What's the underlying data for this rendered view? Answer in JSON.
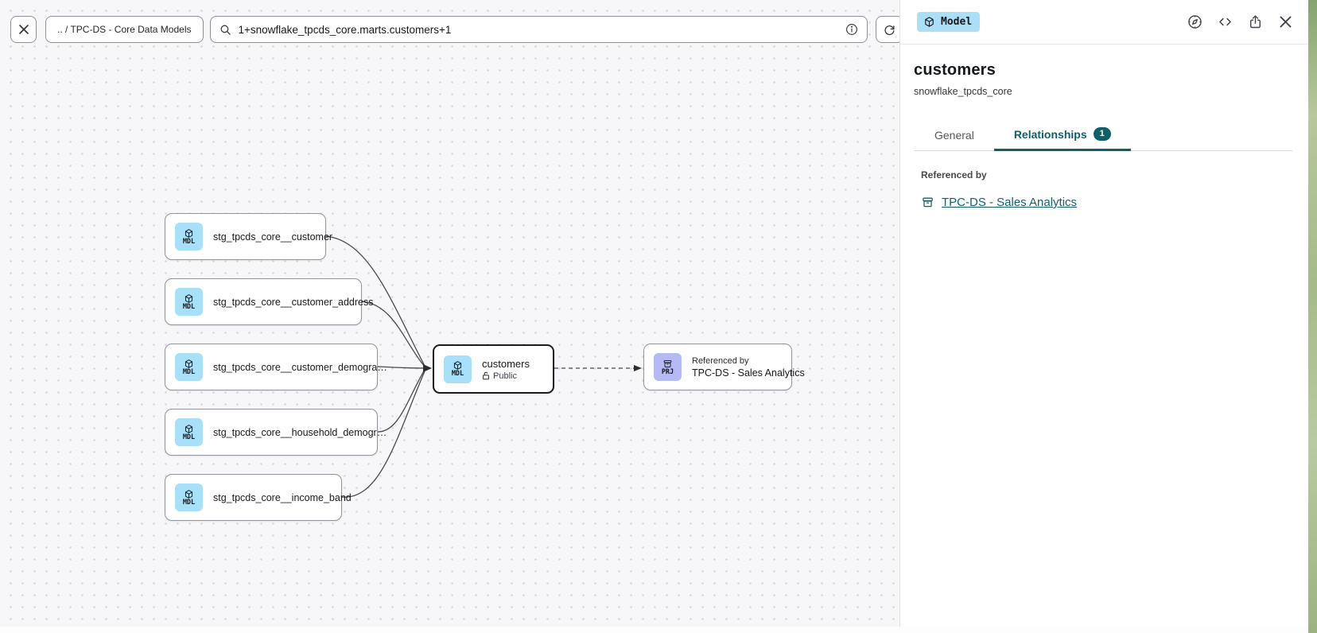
{
  "colors": {
    "accent_teal": "#0f5f66",
    "model_badge_blue": "#a7e0f8",
    "project_badge_purple": "#b5baf4",
    "canvas_dot": "#d4d4db"
  },
  "topbar": {
    "breadcrumb": ".. / TPC-DS - Core Data Models",
    "search_value": "1+snowflake_tpcds_core.marts.customers+1",
    "icons": [
      "close-icon",
      "search-icon",
      "info-icon",
      "refresh-icon"
    ]
  },
  "badges": {
    "model": "MDL",
    "project": "PRJ"
  },
  "graph": {
    "upstream_nodes": [
      {
        "badge": "MDL",
        "label": "stg_tpcds_core__customer"
      },
      {
        "badge": "MDL",
        "label": "stg_tpcds_core__customer_address"
      },
      {
        "badge": "MDL",
        "label": "stg_tpcds_core__customer_demogra…"
      },
      {
        "badge": "MDL",
        "label": "stg_tpcds_core__household_demogr…"
      },
      {
        "badge": "MDL",
        "label": "stg_tpcds_core__income_band"
      }
    ],
    "selected_node": {
      "badge": "MDL",
      "label": "customers",
      "access": "Public"
    },
    "downstream_node": {
      "badge": "PRJ",
      "title": "Referenced by",
      "label": "TPC-DS - Sales Analytics"
    }
  },
  "panel": {
    "type_badge": "Model",
    "header_icons": [
      "explore-lineage-icon",
      "code-icon",
      "share-icon",
      "close-icon"
    ],
    "title": "customers",
    "subtitle": "snowflake_tpcds_core",
    "tabs": [
      {
        "label": "General",
        "active": false
      },
      {
        "label": "Relationships",
        "count": "1",
        "active": true
      }
    ],
    "section_label": "Referenced by",
    "reference_link": "TPC-DS - Sales Analytics"
  }
}
